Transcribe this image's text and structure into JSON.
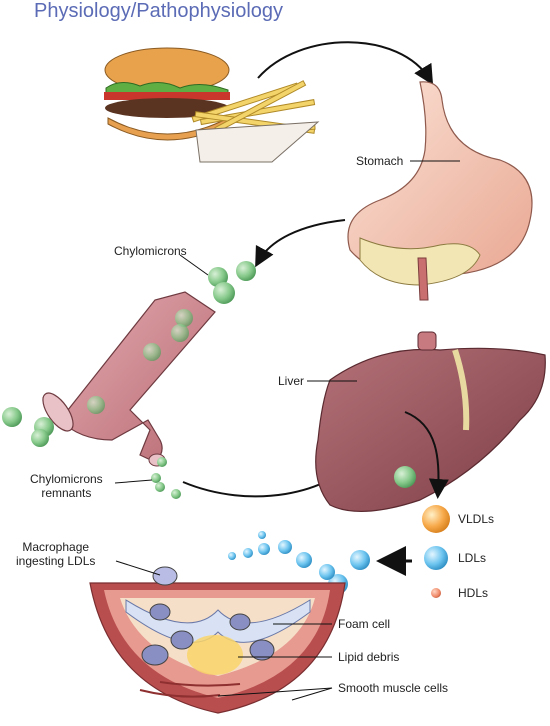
{
  "header": {
    "title": "Physiology/Pathophysiology"
  },
  "labels": {
    "stomach": "Stomach",
    "chylomicrons": "Chylomicrons",
    "liver": "Liver",
    "chylomicron_remnants_line1": "Chylomicrons",
    "chylomicron_remnants_line2": "remnants",
    "macrophage_line1": "Macrophage",
    "macrophage_line2": "ingesting LDLs",
    "foam_cell": "Foam cell",
    "lipid_debris": "Lipid debris",
    "smooth_muscle": "Smooth muscle cells"
  },
  "legend": [
    {
      "label": "VLDLs",
      "color": "#f7a94a"
    },
    {
      "label": "LDLs",
      "color": "#6cc4ef"
    },
    {
      "label": "HDLs",
      "color": "#f08a6a"
    }
  ],
  "colors": {
    "chylomicron": "#86c98a",
    "vessel": "#c9848a",
    "liver": "#9b5a60",
    "stomach": "#f2c6b4",
    "arrow": "#111111",
    "title": "#5b6bb5"
  }
}
